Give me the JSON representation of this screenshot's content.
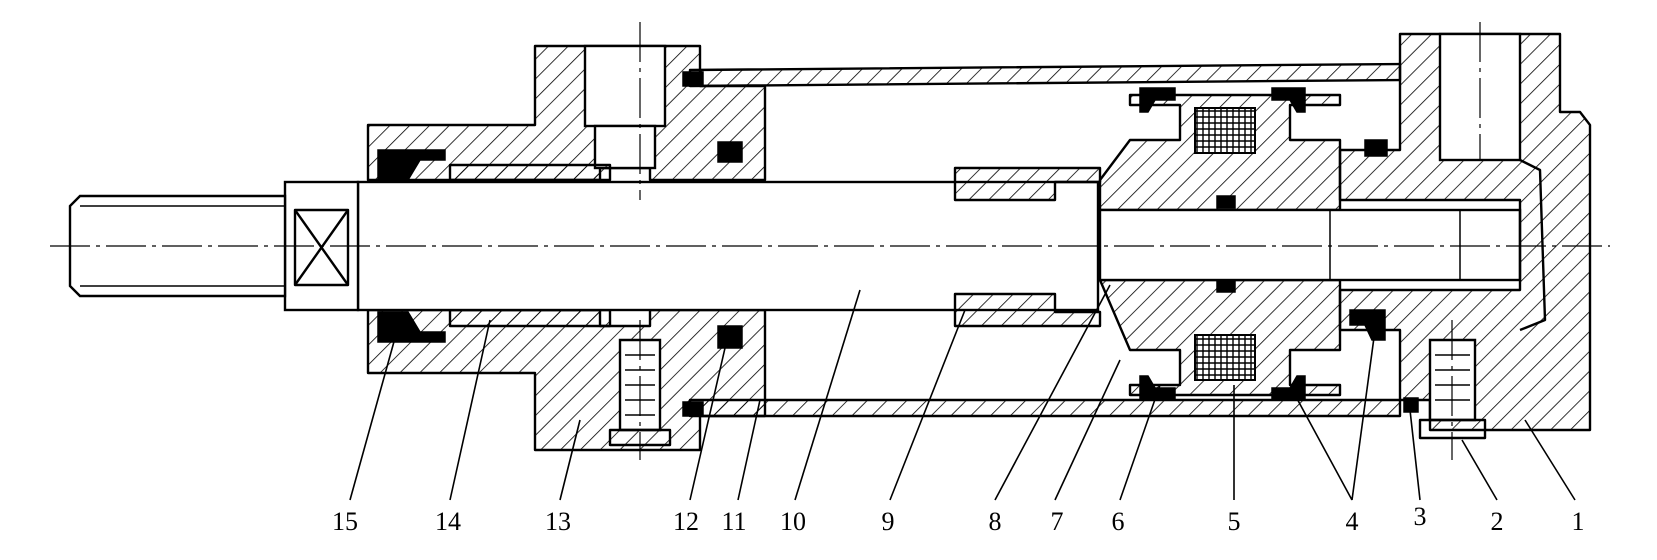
{
  "labels": [
    {
      "id": "p15",
      "text": "15"
    },
    {
      "id": "p14",
      "text": "14"
    },
    {
      "id": "p13",
      "text": "13"
    },
    {
      "id": "p12",
      "text": "12"
    },
    {
      "id": "p11",
      "text": "11"
    },
    {
      "id": "p10",
      "text": "10"
    },
    {
      "id": "p9",
      "text": "9"
    },
    {
      "id": "p8",
      "text": "8"
    },
    {
      "id": "p7",
      "text": "7"
    },
    {
      "id": "p6",
      "text": "6"
    },
    {
      "id": "p5",
      "text": "5"
    },
    {
      "id": "p4",
      "text": "4"
    },
    {
      "id": "p3",
      "text": "3"
    },
    {
      "id": "p2",
      "text": "2"
    },
    {
      "id": "p1",
      "text": "1"
    }
  ],
  "colors": {
    "ink": "#000000",
    "paper": "#ffffff"
  }
}
